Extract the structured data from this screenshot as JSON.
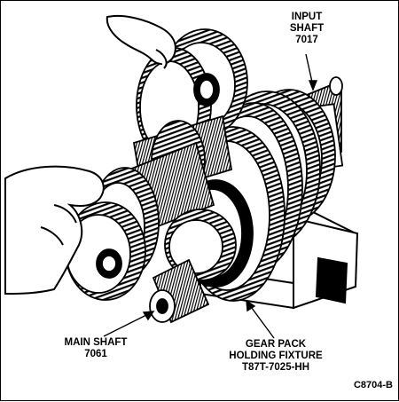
{
  "labels": {
    "input_shaft": {
      "line1": "INPUT",
      "line2": "SHAFT",
      "part": "7017"
    },
    "main_shaft": {
      "line1": "MAIN SHAFT",
      "part": "7061"
    },
    "gear_pack_fixture": {
      "line1": "GEAR PACK",
      "line2": "HOLDING FIXTURE",
      "part": "T87T-7025-HH"
    },
    "figure_code": "C8704-B"
  },
  "colors": {
    "ink": "#000000",
    "paper": "#ffffff"
  }
}
